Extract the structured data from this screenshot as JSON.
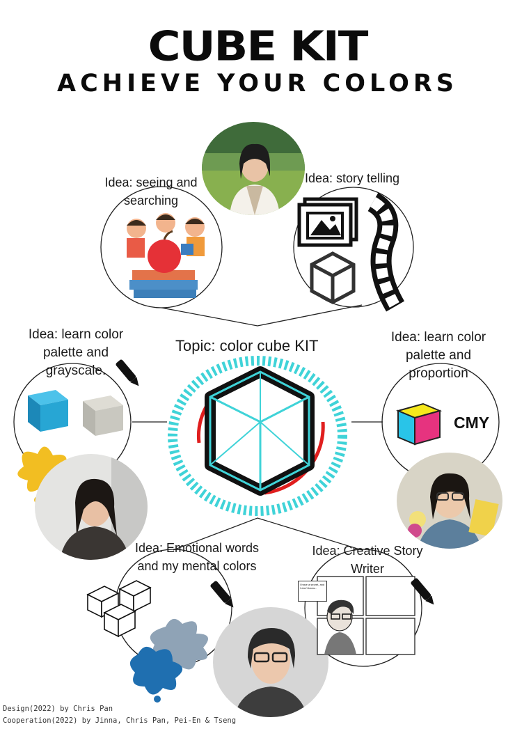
{
  "header": {
    "title": "CUBE KIT",
    "subtitle": "ACHIEVE YOUR COLORS"
  },
  "center": {
    "topic": "Topic: color cube  KIT"
  },
  "ideas": {
    "top_left": [
      "Idea: seeing and",
      "searching"
    ],
    "top_right": [
      "Idea: story telling"
    ],
    "mid_left": [
      "Idea: learn color",
      "palette and",
      "grayscale."
    ],
    "mid_right": [
      "Idea: learn color",
      "palette and",
      "proportion"
    ],
    "bottom_left": [
      "Idea: Emotional words",
      "and  my mental colors"
    ],
    "bottom_right": [
      "Idea: Creative Story",
      "Writer"
    ]
  },
  "badges": {
    "cmy": "CMY"
  },
  "comic": {
    "speech": "I have a secret, and I don't know..."
  },
  "credits": {
    "design": "Design(2022) by  Chris Pan",
    "cooperation": "Cooperation(2022) by  Jinna, Chris Pan, Pei-En & Tseng"
  },
  "colors": {
    "accent_cyan": "#3fd3d8",
    "accent_red": "#e01e1e",
    "cube_blue": "#27a6d4",
    "cube_gray": "#c9c8c0",
    "paint_yellow": "#f2be22",
    "paint_blue": "#1f6fb0",
    "cmy_cyan": "#29c4e8",
    "cmy_magenta": "#e6337f",
    "cmy_yellow": "#f6e81c"
  },
  "icons": [
    "portrait-photo",
    "children-reading-illustration",
    "image-frame-icon",
    "film-strip-icon",
    "cube-outline-icon",
    "pen-icon",
    "paint-splash",
    "cmy-cube-icon",
    "comic-panels-illustration"
  ]
}
